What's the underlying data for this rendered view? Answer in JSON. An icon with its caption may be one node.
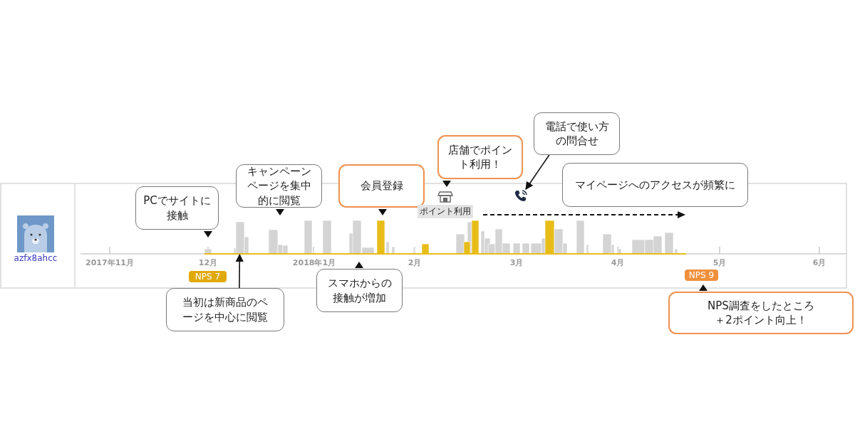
{
  "diagram": {
    "nodes": [
      {
        "text": [
          "PCでサイトに接触"
        ]
      },
      {
        "text": [
          "キャンペーンページを集中的に閲覧"
        ]
      },
      {
        "text": [
          "会員登録"
        ]
      },
      {
        "text": [
          "店舗でポイント利用！"
        ]
      },
      {
        "text": [
          "電話で使い方の問合せ"
        ]
      },
      {
        "text": [
          "マイページへのアクセスが頻繁に"
        ]
      },
      {
        "text": [],
        "shape": "picture"
      },
      {
        "text": [
          "当初は新商品のページを中心に閲覧"
        ]
      },
      {
        "text": [
          "スマホからの接触が増加"
        ]
      },
      {
        "text": [
          "NPS調査をしたところ＋2ポイント向上！"
        ]
      },
      {
        "text": [],
        "shape": "bar"
      }
    ],
    "edges": [
      {
        "from": 4,
        "to": 6,
        "arrow": "to"
      },
      {
        "from": 7,
        "to": 10,
        "arrow": "to"
      }
    ],
    "labels": [
      "azfx8ahcc",
      "ポイント利用",
      "2017年11月",
      "12月",
      "2018年1月",
      "2月",
      "3月",
      "4月",
      "5月",
      "6月",
      "NPS 7",
      "NPS 9"
    ]
  }
}
